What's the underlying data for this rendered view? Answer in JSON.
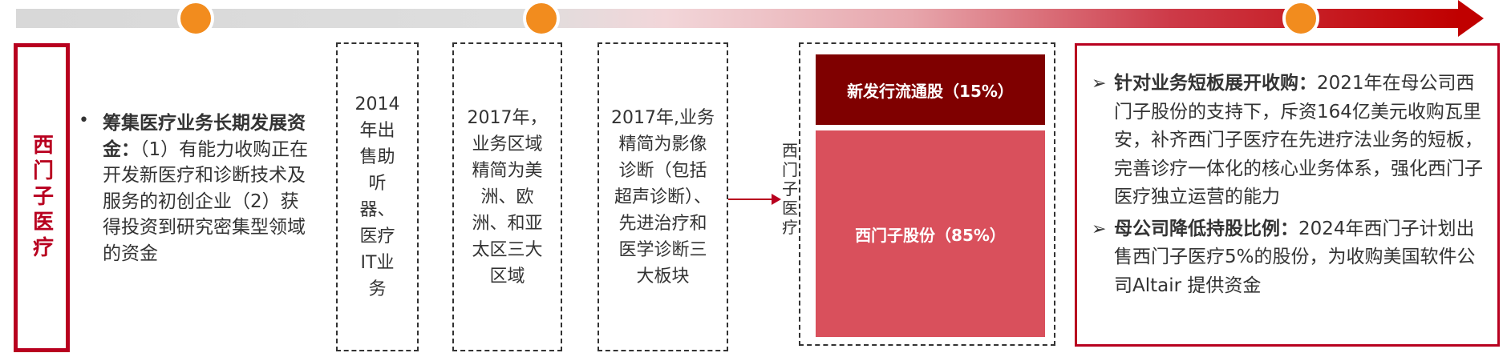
{
  "side_label": "西门子医疗",
  "funding": {
    "title": "筹集医疗业务长期发展资金：",
    "body": "（1）有能力收购正在开发新医疗和诊断技术及服务的初创企业（2）获得投资到研究密集型领域的资金"
  },
  "timeline_boxes": {
    "box_2014": "2014年出售助听器、医疗IT业务",
    "box_2017a": "2017年，业务区域精简为美洲、欧洲、和亚太区三大区域",
    "box_2017b": "2017年,业务精简为影像诊断（包括超声诊断）、先进治疗和医学诊断三大板块"
  },
  "subsidiary_label": "西门子医疗",
  "equity": {
    "new_shares": "新发行流通股（15%）",
    "parent_shares": "西门子股份（85%）"
  },
  "strategy": [
    {
      "title": "针对业务短板展开收购：",
      "body": "2021年在母公司西门子股份的支持下，斥资164亿美元收购瓦里安，补齐西门子医疗在先进疗法业务的短板，完善诊疗一体化的核心业务体系，强化西门子医疗独立运营的能力"
    },
    {
      "title": "母公司降低持股比例：",
      "body": "2024年西门子计划出售西门子医疗5%的股份，为收购美国软件公司Altair 提供资金"
    }
  ],
  "icons": {
    "bullet": "bullet-dot-icon",
    "strategy_arrow": "arrow-right-icon"
  },
  "colors": {
    "accent_red": "#b8001f",
    "dark_red": "#7f0000",
    "light_red": "#d9505c",
    "dot_orange": "#f28c1e"
  }
}
